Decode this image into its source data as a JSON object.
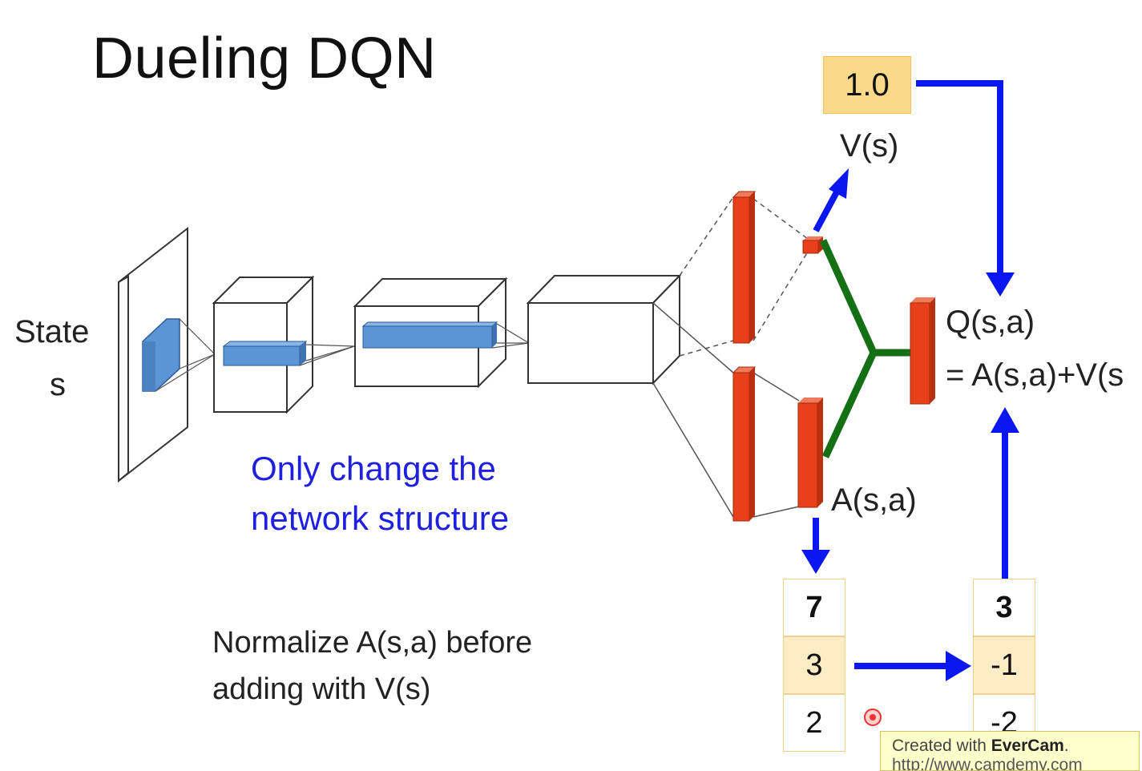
{
  "title": "Dueling DQN",
  "input_label": {
    "line1": "State",
    "line2": "s"
  },
  "note_blue": {
    "line1": "Only change the",
    "line2": "network structure"
  },
  "note_black": {
    "line1": "Normalize A(s,a) before",
    "line2": "adding with V(s)"
  },
  "value": {
    "number": "1.0",
    "label": "V(s)"
  },
  "advantage_label": "A(s,a)",
  "q_label": {
    "line1": "Q(s,a)",
    "line2": "= A(s,a)+V(s"
  },
  "advantage_values": [
    "7",
    "3",
    "2"
  ],
  "normalized_values": [
    "3",
    "-1",
    "-2"
  ],
  "watermark": {
    "prefix": "Created with ",
    "brand": "EverCam",
    "suffix": ".",
    "url": "http://www.camdemy.com"
  },
  "colors": {
    "arrow": "#0a17f0",
    "merge": "#157015",
    "layer": "#e8401a",
    "kernel": "#5b95d5",
    "value_box": "#fbd98a",
    "highlight": "#fdecc4"
  }
}
